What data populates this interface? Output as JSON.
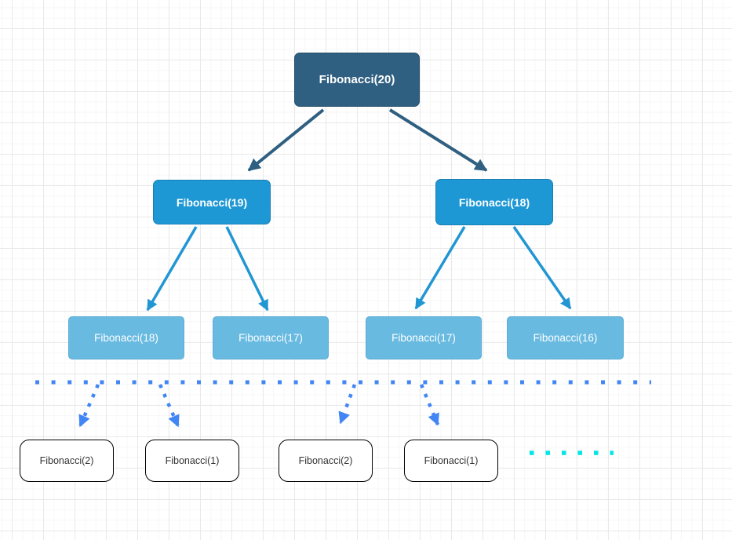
{
  "nodes": {
    "level1": [
      {
        "label": "Fibonacci(20)"
      }
    ],
    "level2": [
      {
        "label": "Fibonacci(19)"
      },
      {
        "label": "Fibonacci(18)"
      }
    ],
    "level3": [
      {
        "label": "Fibonacci(18)"
      },
      {
        "label": "Fibonacci(17)"
      },
      {
        "label": "Fibonacci(17)"
      },
      {
        "label": "Fibonacci(16)"
      }
    ],
    "level4": [
      {
        "label": "Fibonacci(2)"
      },
      {
        "label": "Fibonacci(1)"
      },
      {
        "label": "Fibonacci(2)"
      },
      {
        "label": "Fibonacci(1)"
      }
    ]
  },
  "colors": {
    "node_level1": "#2f5f81",
    "node_level2": "#1e98d5",
    "node_level3": "#68bae1",
    "node_level4_bg": "#ffffff",
    "node_level4_border": "#000000",
    "edge_level1": "#2f5f81",
    "edge_level2": "#2196d3",
    "dotted_blue": "#4285f4",
    "dotted_cyan": "#00e5e5",
    "text_on_blue": "#ffffff",
    "text_level4": "#333333"
  }
}
